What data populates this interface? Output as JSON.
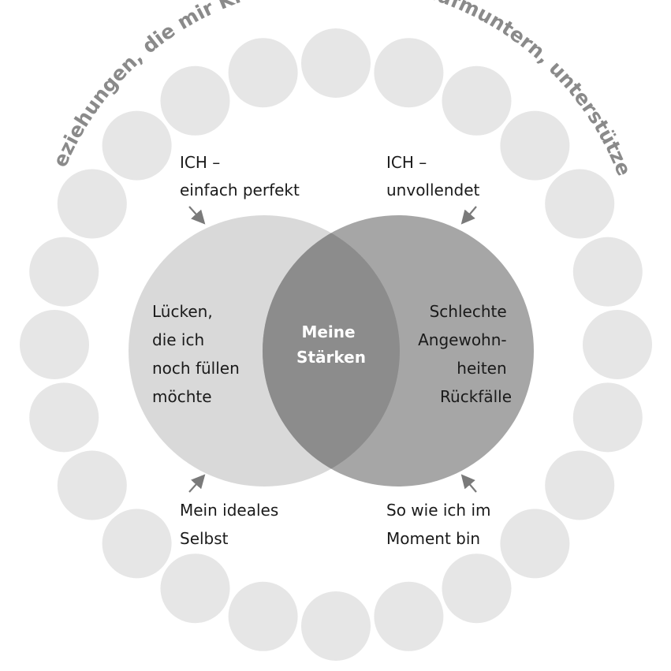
{
  "arc_title": "Beziehungen, die mir Kraft geben, mich aufmuntern, unterstützen",
  "left_circle": {
    "top_label": [
      "ICH –",
      "einfach perfekt"
    ],
    "inner_text": [
      "Lücken,",
      "die ich",
      "noch füllen",
      "möchte"
    ],
    "bottom_label": [
      "Mein ideales",
      "Selbst"
    ]
  },
  "right_circle": {
    "top_label": [
      "ICH –",
      "unvollendet"
    ],
    "inner_text": [
      "Schlechte",
      "Angewohn-",
      "heiten",
      "Rückfälle"
    ],
    "bottom_label": [
      "So wie ich im",
      "Moment bin"
    ]
  },
  "overlap_text": [
    "Meine",
    "Stärken"
  ],
  "colors": {
    "ring_circle": "#e6e6e6",
    "left_circle": "#d9d9d9",
    "right_circle": "#a6a6a6",
    "overlap": "#8c8c8c",
    "arc_text": "#8a8a8a",
    "arrow": "#7a7a7a",
    "text": "#1a1a1a"
  },
  "ring": {
    "count": 24
  }
}
